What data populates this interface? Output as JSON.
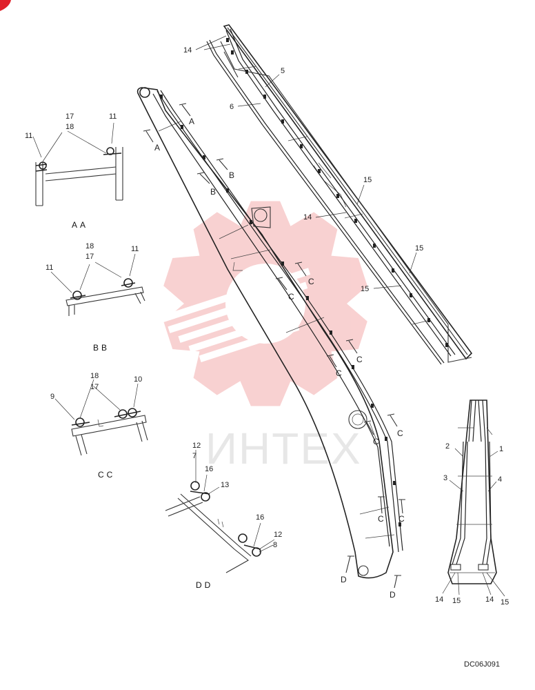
{
  "drawing_code": "DC06J091",
  "watermark_text": "ИНТЕХ",
  "colors": {
    "watermark": "#f19a9a",
    "line": "#222222",
    "corner_mark": "#e0202a"
  },
  "sections": {
    "aa": "AA",
    "bb": "BB",
    "cc": "CC",
    "dd": "DD"
  },
  "view_markers": {
    "a": "A",
    "b": "B",
    "c": "C",
    "d": "D"
  },
  "part_numbers": [
    "1",
    "2",
    "3",
    "4",
    "5",
    "6",
    "7",
    "8",
    "9",
    "10",
    "11",
    "12",
    "13",
    "14",
    "15",
    "16",
    "17",
    "18"
  ]
}
